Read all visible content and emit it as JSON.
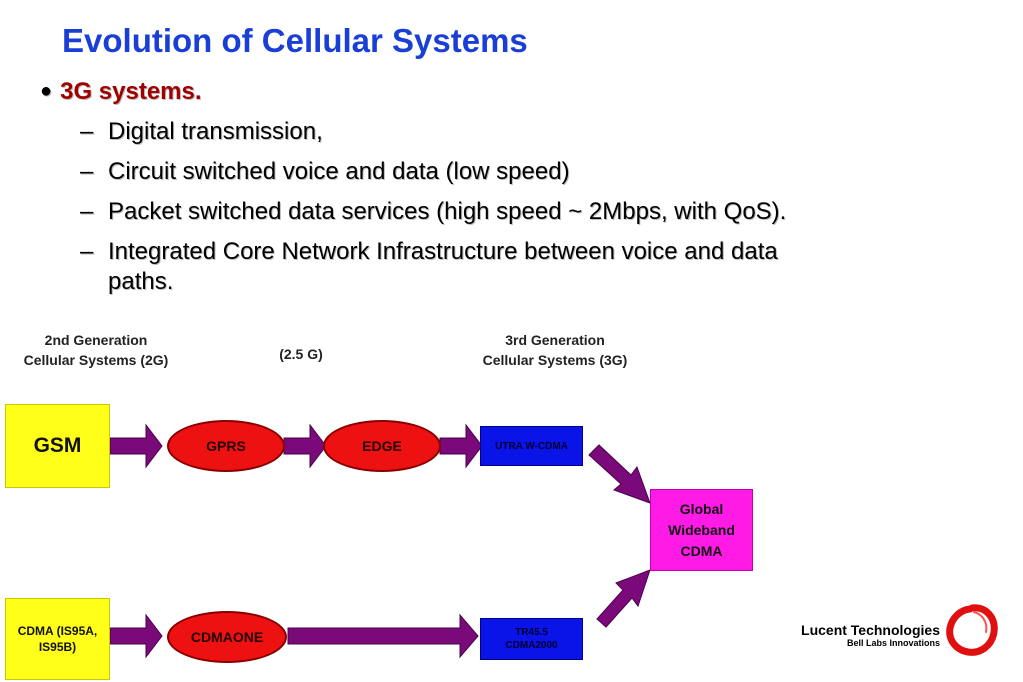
{
  "slide": {
    "title": "Evolution of Cellular Systems",
    "bullet": "3G systems.",
    "subpoints": [
      "Digital transmission,",
      "Circuit switched voice and data (low speed)",
      "Packet switched data services (high speed ~ 2Mbps, with QoS).",
      "Integrated Core Network Infrastructure between voice and data",
      "paths."
    ]
  },
  "diagram": {
    "headers": {
      "gen2_line1": "2nd Generation",
      "gen2_line2": "Cellular Systems (2G)",
      "gen25": "(2.5 G)",
      "gen3_line1": "3rd Generation",
      "gen3_line2": "Cellular Systems (3G)"
    },
    "nodes": {
      "gsm": "GSM",
      "gprs": "GPRS",
      "edge": "EDGE",
      "utra": "UTRA W-CDMA",
      "global_line1": "Global",
      "global_line2": "Wideband",
      "global_line3": "CDMA",
      "cdma_line1": "CDMA (IS95A,",
      "cdma_line2": "IS95B)",
      "cdmaone": "CDMAONE",
      "tr_line1": "TR45.5",
      "tr_line2": "CDMA2000"
    },
    "colors": {
      "arrow": "#7a0a7a",
      "yellow_box": "#ffff1a",
      "blue_box": "#0a14e6",
      "pink_box": "#ff1ae6",
      "red_oval": "#ee1111"
    }
  },
  "logo": {
    "name": "Lucent Technologies",
    "tagline": "Bell Labs Innovations"
  }
}
